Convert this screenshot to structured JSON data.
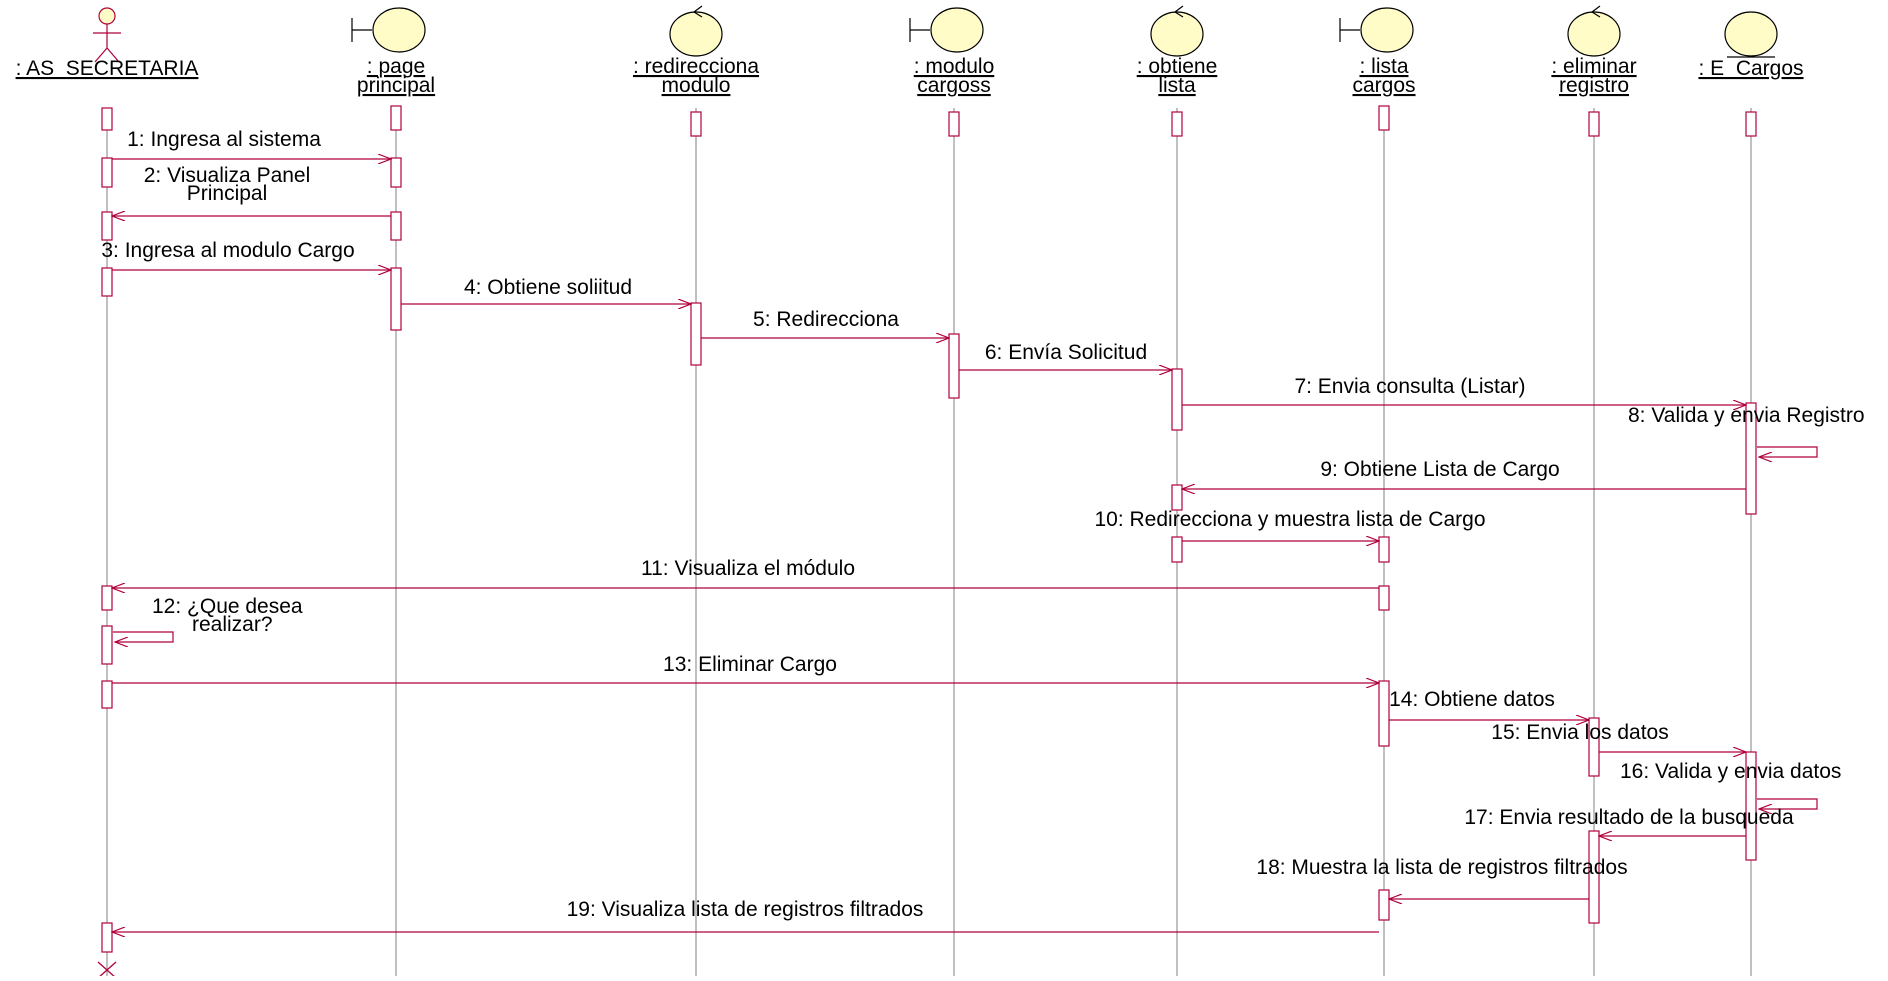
{
  "diagram": {
    "colors": {
      "line": "#b0003a",
      "life": "#8c8c8c",
      "fill": "#fffcc8",
      "text": "#000000"
    },
    "participants": [
      {
        "id": "secretaria",
        "kind": "actor",
        "label": [
          ": AS_SECRETARIA"
        ]
      },
      {
        "id": "page",
        "kind": "boundary",
        "label": [
          ": page",
          "principal"
        ]
      },
      {
        "id": "redir",
        "kind": "control",
        "label": [
          ": redirecciona",
          "modulo"
        ]
      },
      {
        "id": "modulo",
        "kind": "boundary",
        "label": [
          ": modulo",
          "cargoss"
        ]
      },
      {
        "id": "obtiene",
        "kind": "control",
        "label": [
          ": obtiene",
          "lista"
        ]
      },
      {
        "id": "lista",
        "kind": "boundary",
        "label": [
          ": lista",
          "cargos"
        ]
      },
      {
        "id": "eliminar",
        "kind": "control",
        "label": [
          ": eliminar",
          "registro"
        ]
      },
      {
        "id": "ecargos",
        "kind": "entity",
        "label": [
          ": E_Cargos"
        ]
      }
    ],
    "messages": [
      {
        "text": [
          "1: Ingresa al sistema"
        ]
      },
      {
        "text": [
          "2: Visualiza Panel",
          "Principal"
        ]
      },
      {
        "text": [
          "3: Ingresa al modulo Cargo"
        ]
      },
      {
        "text": [
          "4: Obtiene soliitud"
        ]
      },
      {
        "text": [
          "5: Redirecciona"
        ]
      },
      {
        "text": [
          "6: Envía Solicitud"
        ]
      },
      {
        "text": [
          "7: Envia consulta (Listar)"
        ]
      },
      {
        "text": [
          "8: Valida y envia Registro"
        ]
      },
      {
        "text": [
          "9: Obtiene Lista de Cargo"
        ]
      },
      {
        "text": [
          "10: Redirecciona y muestra lista de Cargo"
        ]
      },
      {
        "text": [
          "11: Visualiza el módulo"
        ]
      },
      {
        "text": [
          "12: ¿Que desea",
          "realizar?"
        ]
      },
      {
        "text": [
          "13: Eliminar Cargo"
        ]
      },
      {
        "text": [
          "14: Obtiene datos"
        ]
      },
      {
        "text": [
          "15: Envia los datos"
        ]
      },
      {
        "text": [
          "16: Valida y envia datos"
        ]
      },
      {
        "text": [
          "17: Envia resultado de la busqueda"
        ]
      },
      {
        "text": [
          "18: Muestra la lista de registros filtrados"
        ]
      },
      {
        "text": [
          "19: Visualiza lista de registros filtrados"
        ]
      }
    ]
  }
}
